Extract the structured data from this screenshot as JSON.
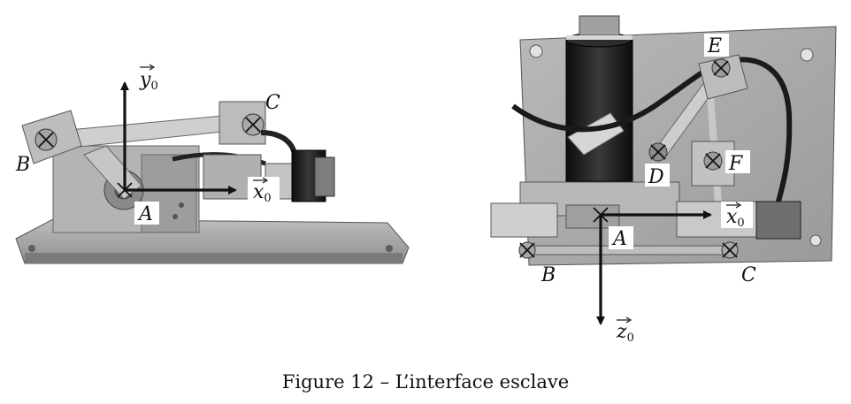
{
  "figure": {
    "caption": "Figure 12 – L’interface esclave"
  },
  "left_photo": {
    "points": [
      "A",
      "B",
      "C"
    ],
    "axes": [
      {
        "name": "x",
        "sub": "0"
      },
      {
        "name": "y",
        "sub": "0"
      }
    ]
  },
  "right_photo": {
    "points": [
      "A",
      "B",
      "C",
      "D",
      "E",
      "F"
    ],
    "axes": [
      {
        "name": "x",
        "sub": "0"
      },
      {
        "name": "z",
        "sub": "0"
      }
    ]
  },
  "colors": {
    "ink": "#111111",
    "metal_light": "#c9c9c9",
    "metal_mid": "#a8a8a8",
    "metal_dark": "#5e5e5e",
    "motor": "#1b1b1b"
  }
}
